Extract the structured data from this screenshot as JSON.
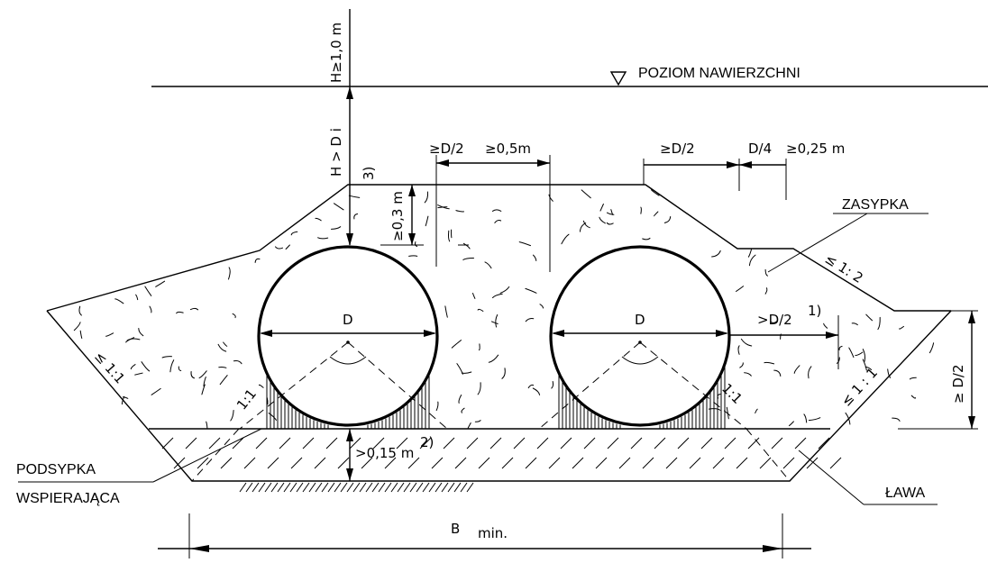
{
  "labels": {
    "surface_level": "POZIOM NAWIERZCHNI",
    "backfill": "ZASYPKA",
    "support_bedding_1": "PODSYPKA",
    "support_bedding_2": "WSPIERAJĄCA",
    "foundation": "ŁAWA",
    "width": "B",
    "width_suffix": "min."
  },
  "dimensions": {
    "cover_top": "H≥1,0 m",
    "cover_main": "H > D i",
    "top_cover_note": "3)",
    "min_cover": "≥0,3 m",
    "gap_1": "≥D/2",
    "gap_2": "≥0,5m",
    "right_1": "≥D/2",
    "right_2": "D/4",
    "right_3": "≥0,25 m",
    "side_clear": ">D/2",
    "side_clear_note": "1)",
    "right_height": "≥ D/2",
    "bedding_thk": ">0,15 m",
    "bedding_note": "2)",
    "pipe_1": "D",
    "pipe_2": "D"
  },
  "slopes": {
    "left": "≤ 1:1",
    "right_upper": "≤ 1: 2",
    "right_lower": "≤ 1 : 1",
    "haunch_left": "1:1",
    "haunch_right": "1:1"
  }
}
